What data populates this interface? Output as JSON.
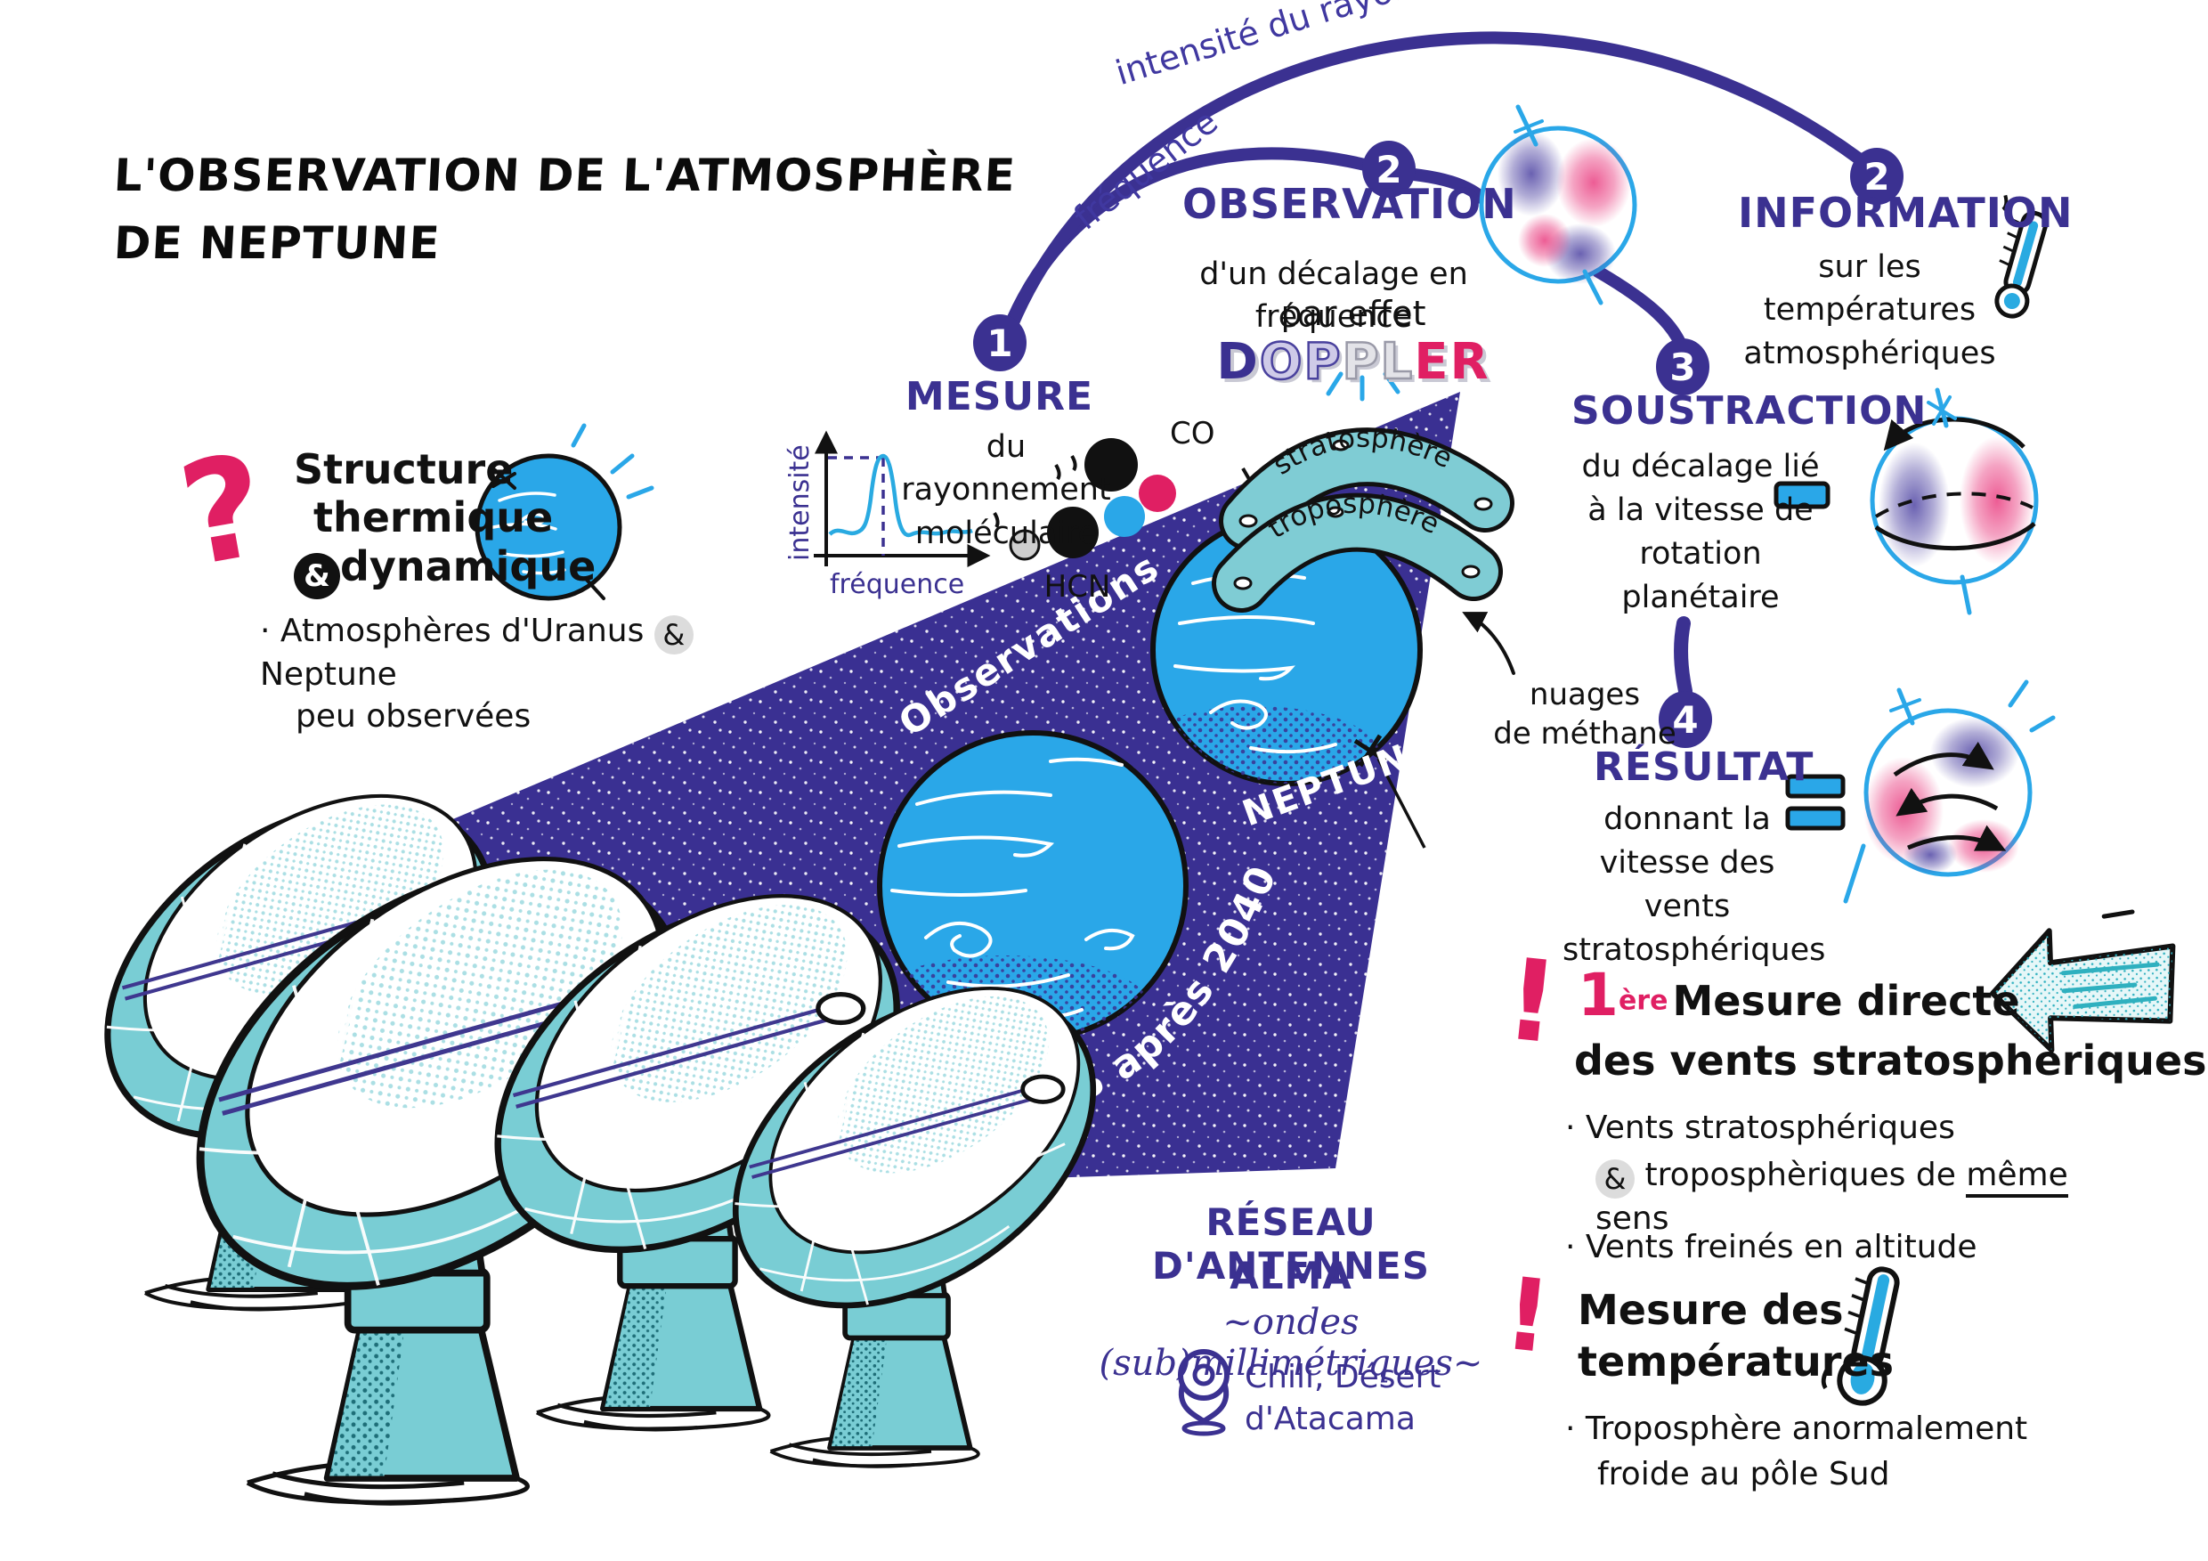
{
  "palette": {
    "indigo": "#3b3191",
    "purple_label": "#4038a0",
    "planet_blue": "#2aa7e8",
    "cyan": "#29aae1",
    "teal": "#79cdd4",
    "teal_light": "#e6f7f8",
    "pink": "#e01f63",
    "ink": "#111111",
    "beam": "#3a3092"
  },
  "title": {
    "line1": "L'OBSERVATION DE L'ATMOSPHÈRE",
    "line2": "DE NEPTUNE"
  },
  "question": {
    "mark": "?",
    "l1": "Structure",
    "l2": "thermique",
    "amp": "&",
    "l3": "dynamique",
    "b1_pre": "· Atmosphères d'Uranus",
    "b1_amp": "&",
    "b1_post": "Neptune",
    "b1_l2": "peu observées"
  },
  "flow": {
    "arc_top": "intensité du rayonnement",
    "arc_bottom": "fréquence",
    "step1": {
      "num": "1",
      "title": "MESURE",
      "l1": "du rayonnement",
      "l2": "moléculaire"
    },
    "step2": {
      "num": "2",
      "title": "OBSERVATION",
      "l1": "d'un décalage en fréquence",
      "l2": "par effet",
      "doppler": [
        "D",
        "O",
        "P",
        "P",
        "L",
        "E",
        "R"
      ]
    },
    "step2b": {
      "num": "2",
      "title": "INFORMATION",
      "l1": "sur les températures",
      "l2": "atmosphériques"
    },
    "step3": {
      "num": "3",
      "title": "SOUSTRACTION",
      "l1": "du décalage lié",
      "l2": "à la vitesse de",
      "l3": "rotation planétaire"
    },
    "step4": {
      "num": "4",
      "title": "RÉSULTAT",
      "l1": "donnant la",
      "l2": "vitesse des vents",
      "l3": "stratosphériques"
    }
  },
  "graph": {
    "ylabel": "intensité",
    "xlabel": "fréquence"
  },
  "molecules": {
    "co": "CO",
    "hcn": "HCN"
  },
  "beam": {
    "observations": "Observations",
    "uranus": "d'URANUS après 2040",
    "neptune": "NEPTUNE"
  },
  "atmo": {
    "outer": "stratosphère",
    "inner": "troposphère",
    "note_l1": "nuages",
    "note_l2": "de méthane"
  },
  "alma": {
    "h1": "RÉSEAU D'ANTENNES",
    "h2": "ALMA",
    "waves": "~ondes (sub)millimétriques~",
    "loc_l1": "Chili, Désert",
    "loc_l2": "d'Atacama"
  },
  "finding_winds": {
    "mark": "!",
    "num": "1",
    "sup": "ère",
    "t1": "Mesure directe",
    "t2": "des vents stratosphèriques",
    "b1": "· Vents stratosphériques",
    "b1_amp": "&",
    "b1_mid": "troposphèriques de",
    "b1_u": "même",
    "b1_end": "sens",
    "b2": "· Vents freinés en altitude"
  },
  "finding_temp": {
    "mark": "!",
    "t1": "Mesure des",
    "t2": "températures",
    "b1": "· Troposphère anormalement",
    "b2": "froide au pôle Sud"
  }
}
